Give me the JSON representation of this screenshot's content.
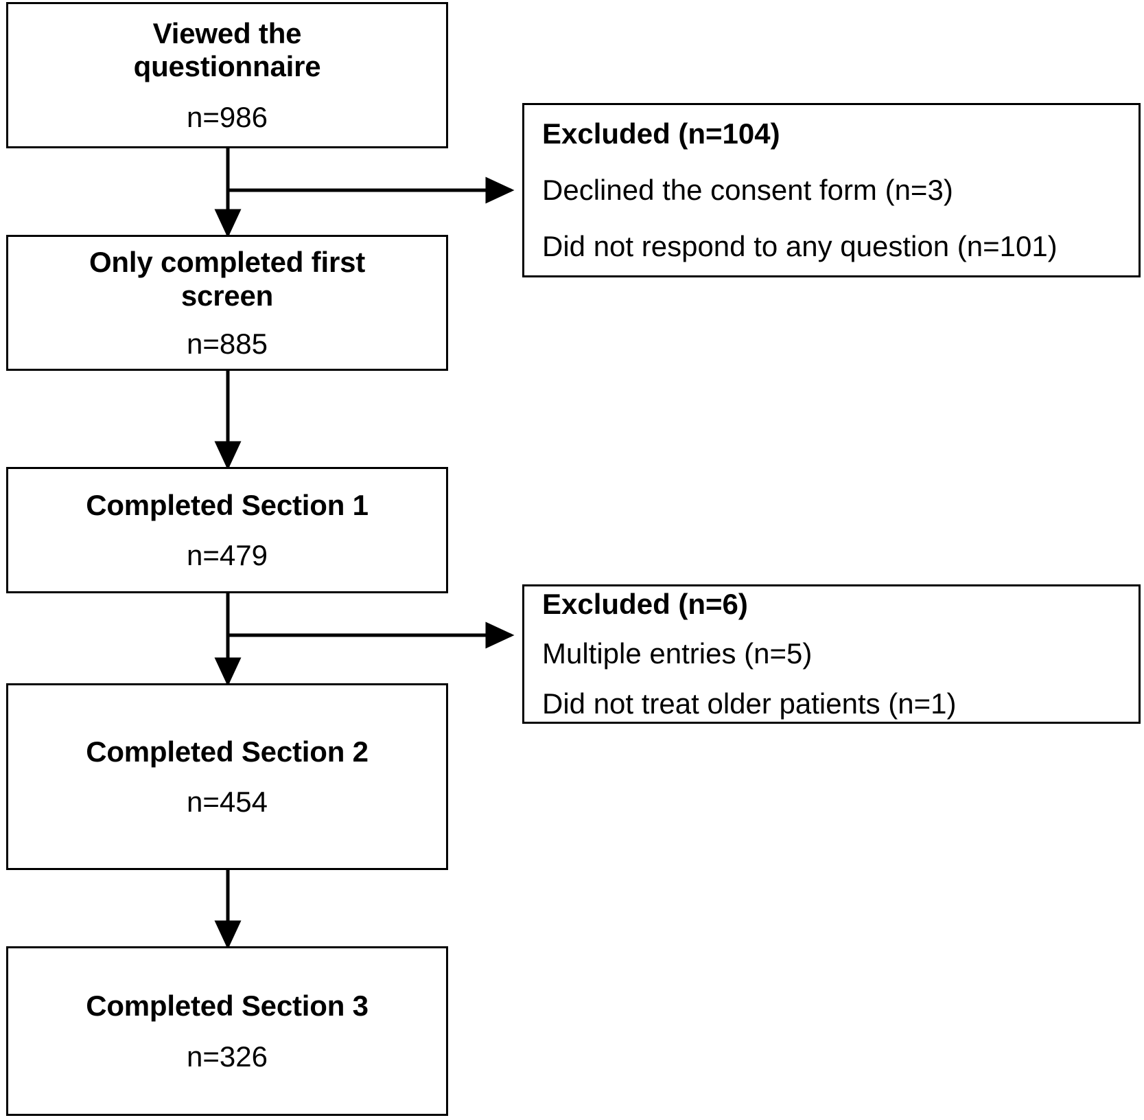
{
  "figure": {
    "type": "flowchart",
    "orientation": "vertical-with-side-exclusions",
    "stroke_color": "#000000",
    "background_color": "#ffffff"
  },
  "nodes": [
    {
      "id": "viewed-questionnaire",
      "title": "Viewed the\nquestionnaire",
      "count": "n=986"
    },
    {
      "id": "only-completed-first-screen",
      "title": "Only completed first\nscreen",
      "count": "n=885"
    },
    {
      "id": "completed-section-1",
      "title": "Completed Section 1",
      "count": "n=479"
    },
    {
      "id": "completed-section-2",
      "title": "Completed Section 2",
      "count": "n=454"
    },
    {
      "id": "completed-section-3",
      "title": "Completed Section 3",
      "count": "n=326"
    }
  ],
  "exclusions": [
    {
      "id": "excluded-104",
      "title": "Excluded (n=104)",
      "items": [
        "Declined the consent form (n=3)",
        "Did not respond to any question (n=101)"
      ]
    },
    {
      "id": "excluded-6",
      "title": "Excluded (n=6)",
      "items": [
        "Multiple entries (n=5)",
        "Did not treat older patients (n=1)"
      ]
    }
  ]
}
